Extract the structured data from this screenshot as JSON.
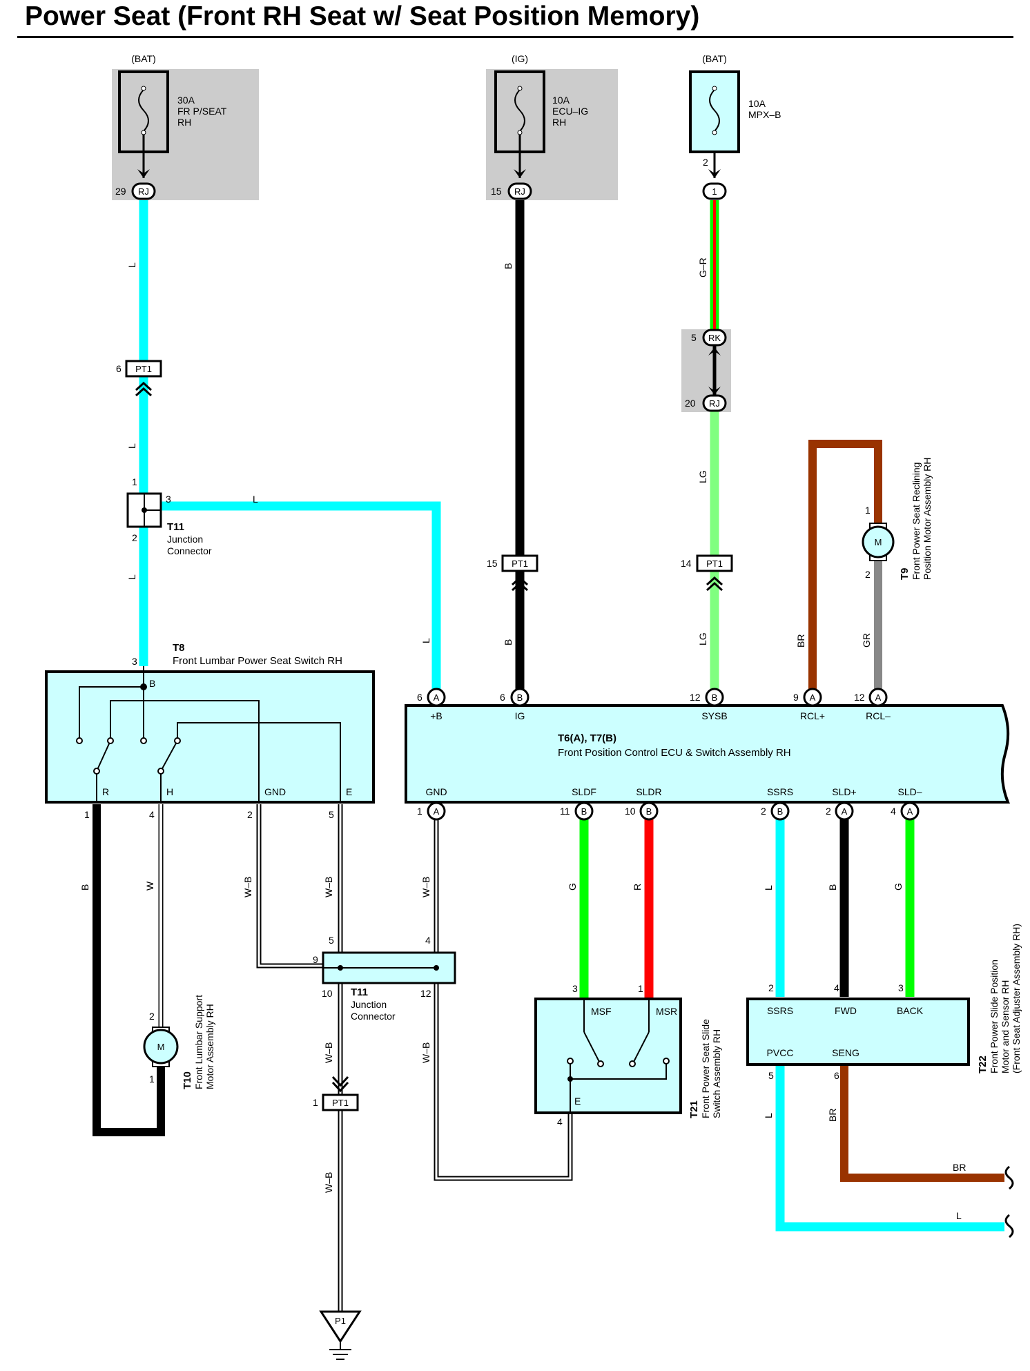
{
  "title": "Power Seat (Front RH Seat w/ Seat Position Memory)",
  "colors": {
    "L": "#00ffff",
    "B": "#000000",
    "G": "#00ff00",
    "R": "#ff0000",
    "LG": "#80ff80",
    "BR": "#993300",
    "GR": "#888888",
    "component_fill": "#ccffff",
    "shade": "#cccccc"
  },
  "fuses": [
    {
      "source": "(BAT)",
      "rating": "30A",
      "name1": "FR P/SEAT",
      "name2": "RH"
    },
    {
      "source": "(IG)",
      "rating": "10A",
      "name1": "ECU–IG",
      "name2": "RH"
    },
    {
      "source": "(BAT)",
      "rating": "10A",
      "name1": "MPX–B",
      "name2": ""
    }
  ],
  "connectors": {
    "rj": "RJ",
    "rk": "RK",
    "pt1": "PT1",
    "p1": "P1",
    "a": "A",
    "b": "B",
    "one": "1"
  },
  "pins": {
    "f1_rj": "29",
    "f2_rj": "15",
    "f3_out": "2",
    "rk": "5",
    "rj20": "20",
    "pt1_l": "6",
    "pt1_b": "15",
    "pt1_lg": "14",
    "pt1_wb": "1",
    "t11a_1": "1",
    "t11a_2": "2",
    "t11a_3": "3",
    "t8_in": "3",
    "t8_1": "1",
    "t8_4": "4",
    "t8_2": "2",
    "t8_5": "5",
    "ecu_pb": "6",
    "ecu_ig": "6",
    "ecu_sysb": "12",
    "ecu_rclp": "9",
    "ecu_rclm": "12",
    "ecu_gnd": "1",
    "ecu_sldf": "11",
    "ecu_sldr": "10",
    "ecu_ssrs": "2",
    "ecu_sldp": "2",
    "ecu_sldm": "4",
    "t9_1": "1",
    "t9_2": "2",
    "t10_2": "2",
    "t10_1": "1",
    "t11b_5": "5",
    "t11b_4": "4",
    "t11b_9": "9",
    "t11b_10": "10",
    "t11b_12": "12",
    "t21_3": "3",
    "t21_1": "1",
    "t21_4": "4",
    "t22_2": "2",
    "t22_4": "4",
    "t22_3": "3",
    "t22_5": "5",
    "t22_6": "6"
  },
  "wire_labels": {
    "L": "L",
    "B": "B",
    "GR_dash": "G–R",
    "LG": "LG",
    "BR": "BR",
    "GR": "GR",
    "W": "W",
    "WB": "W–B",
    "G": "G",
    "R": "R"
  },
  "t11_top": {
    "code": "T11",
    "name1": "Junction",
    "name2": "Connector"
  },
  "t11_bottom": {
    "code": "T11",
    "name1": "Junction",
    "name2": "Connector"
  },
  "t8": {
    "code": "T8",
    "name": "Front Lumbar Power Seat Switch RH",
    "terms": {
      "b": "B",
      "r": "R",
      "h": "H",
      "gnd": "GND",
      "e": "E"
    }
  },
  "ecu": {
    "code": "T6(A), T7(B)",
    "name": "Front Position Control ECU & Switch Assembly RH",
    "top_terms": [
      "+B",
      "IG",
      "SYSB",
      "RCL+",
      "RCL–"
    ],
    "bottom_terms": [
      "GND",
      "SLDF",
      "SLDR",
      "SSRS",
      "SLD+",
      "SLD–"
    ]
  },
  "t9": {
    "code": "T9",
    "name1": "Front Power Seat Reclining",
    "name2": "Position Motor Assembly RH",
    "motor": "M"
  },
  "t10": {
    "code": "T10",
    "name1": "Front Lumbar Support",
    "name2": "Motor Assembly RH",
    "motor": "M"
  },
  "t21": {
    "code": "T21",
    "name1": "Front Power Seat Slide",
    "name2": "Switch Assembly RH",
    "terms": {
      "msf": "MSF",
      "msr": "MSR",
      "e": "E"
    }
  },
  "t22": {
    "code": "T22",
    "name1": "Front Power Slide Position",
    "name2": "Motor and Sensor RH",
    "name3": "(Front Seat Adjuster Assembly RH)",
    "terms": {
      "ssrs": "SSRS",
      "fwd": "FWD",
      "back": "BACK",
      "pvcc": "PVCC",
      "seng": "SENG"
    }
  }
}
